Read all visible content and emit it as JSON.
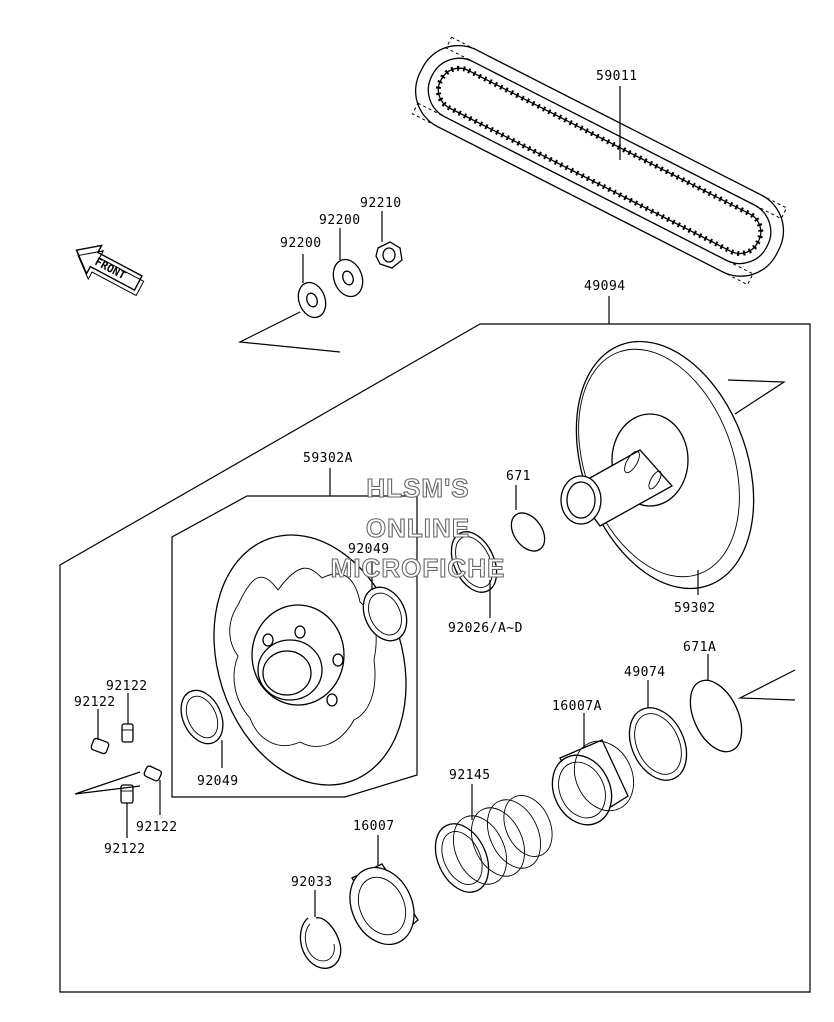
{
  "watermark": {
    "line1": "HLSM'S",
    "line2": "ONLINE",
    "line3": "MICROFICHE"
  },
  "front_label": "FRONT",
  "labels": {
    "p59011": "59011",
    "p49094": "49094",
    "p92210": "92210",
    "p92200a": "92200",
    "p92200b": "92200",
    "p59302A": "59302A",
    "p671": "671",
    "p92049a": "92049",
    "p92049b": "92049",
    "p92026": "92026/A~D",
    "p59302": "59302",
    "p671A": "671A",
    "p49074": "49074",
    "p16007A": "16007A",
    "p92145": "92145",
    "p16007": "16007",
    "p92033": "92033",
    "p92122a": "92122",
    "p92122b": "92122",
    "p92122c": "92122",
    "p92122d": "92122"
  }
}
